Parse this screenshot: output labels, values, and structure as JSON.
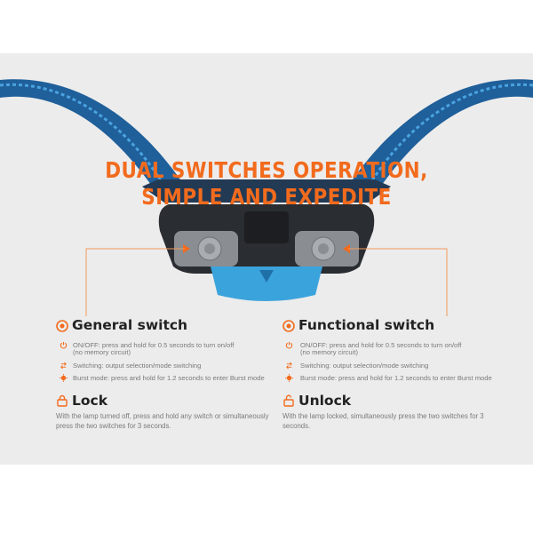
{
  "headline": {
    "line1": "DUAL SWITCHES OPERATION,",
    "line2": "SIMPLE AND EXPEDITE"
  },
  "colors": {
    "accent": "#f26b1d",
    "strap_blue": "#2b7fc4",
    "lamp_blue": "#3ba3dc",
    "body_dark": "#2a2d31",
    "panel_bg": "#ececec"
  },
  "general_switch": {
    "title": "General switch",
    "icon": "target-icon",
    "items": [
      {
        "icon": "power-icon",
        "text": "ON/OFF: press and hold for 0.5 seconds to turn on/off",
        "subtext": "(no memory circuit)"
      },
      {
        "icon": "switch-arrows-icon",
        "text": "Switching: output selection/mode switching"
      },
      {
        "icon": "burst-icon",
        "text": "Burst mode: press and hold for 1.2 seconds to enter Burst mode"
      }
    ]
  },
  "functional_switch": {
    "title": "Functional switch",
    "icon": "target-icon",
    "items": [
      {
        "icon": "power-icon",
        "text": "ON/OFF: press and hold for 0.5 seconds to turn on/off",
        "subtext": "(no memory circuit)"
      },
      {
        "icon": "switch-arrows-icon",
        "text": "Switching: output selection/mode switching"
      },
      {
        "icon": "burst-icon",
        "text": "Burst mode: press and hold for 1.2 seconds to enter Burst mode"
      }
    ]
  },
  "lock": {
    "title": "Lock",
    "icon": "lock-icon",
    "text": "With the lamp turned off, press and hold any switch or simultaneously press the two switches for 3 seconds."
  },
  "unlock": {
    "title": "Unlock",
    "icon": "unlock-icon",
    "text": "With the lamp locked, simultaneously press the two switches for 3 seconds."
  }
}
